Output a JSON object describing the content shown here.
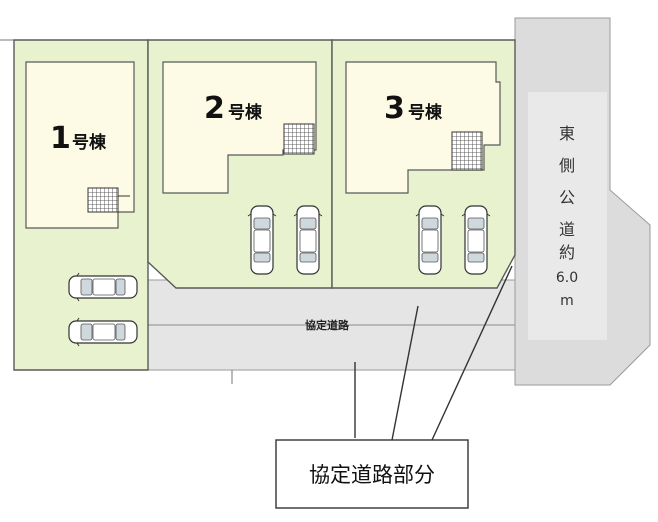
{
  "lots": [
    {
      "number": "1",
      "suffix": "号棟"
    },
    {
      "number": "2",
      "suffix": "号棟"
    },
    {
      "number": "3",
      "suffix": "号棟"
    }
  ],
  "east_road": {
    "chars": [
      "東",
      "側",
      "公",
      "道",
      "約",
      "6.0",
      "m"
    ]
  },
  "private_road_label": "協定道路",
  "callout_label": "協定道路部分",
  "colors": {
    "lot": "#e8f2cf",
    "house": "#fdfbe6",
    "road": "#e5e5e5"
  }
}
